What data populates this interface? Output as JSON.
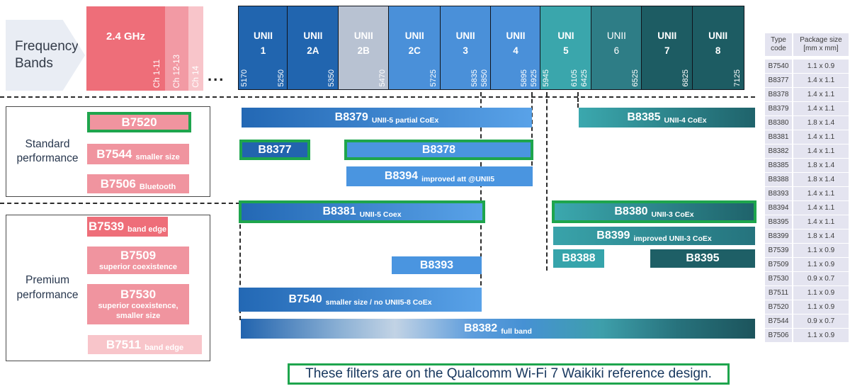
{
  "header": {
    "freq_bands_label": "Frequency Bands",
    "ellipsis": "...",
    "band_24": {
      "label": "2.4 GHz",
      "channels": [
        "Ch 1-11",
        "Ch 12-13",
        "Ch 14"
      ]
    },
    "unii_bands": [
      {
        "name": "UNII",
        "num": "1",
        "fl": "5170",
        "fr2": "5250"
      },
      {
        "name": "UNII",
        "num": "2A",
        "fr2": "5350"
      },
      {
        "name": "UNII",
        "num": "2B",
        "fr2": "5470"
      },
      {
        "name": "UNII",
        "num": "2C",
        "fr2": "5725"
      },
      {
        "name": "UNII",
        "num": "3",
        "fr1": "5835",
        "fr2": "5850"
      },
      {
        "name": "UNII",
        "num": "4",
        "fr1": "5895",
        "fr2": "5925"
      },
      {
        "name": "UNI",
        "num": "5",
        "fl": "5945",
        "fr1": "6105",
        "fr2": "6425"
      },
      {
        "name": "UNII",
        "num": "6",
        "fr2": "6525"
      },
      {
        "name": "UNII",
        "num": "7",
        "fr2": "6825"
      },
      {
        "name": "UNII",
        "num": "8",
        "fr2": "7125"
      }
    ]
  },
  "filters": {
    "b8379": {
      "code": "B8379",
      "desc": "UNII-5 partial CoEx"
    },
    "b8385": {
      "code": "B8385",
      "desc": "UNII-4 CoEx"
    },
    "b8377": {
      "code": "B8377"
    },
    "b8378": {
      "code": "B8378"
    },
    "b8394": {
      "code": "B8394",
      "desc": "improved att @UNII5"
    },
    "b8381": {
      "code": "B8381",
      "desc": "UNII-5 Coex"
    },
    "b8380": {
      "code": "B8380",
      "desc": "UNII-3 CoEx"
    },
    "b8399": {
      "code": "B8399",
      "desc": "improved UNII-3 CoEx"
    },
    "b8388": {
      "code": "B8388"
    },
    "b8395": {
      "code": "B8395"
    },
    "b8393": {
      "code": "B8393"
    },
    "b7540": {
      "code": "B7540",
      "desc": "smaller size / no UNII5-8 CoEx"
    },
    "b8382": {
      "code": "B8382",
      "desc": "full band"
    }
  },
  "panels": [
    {
      "title": "Standard performance",
      "bars": [
        {
          "code": "B7520",
          "desc": ""
        },
        {
          "code": "B7544",
          "desc": "smaller size"
        },
        {
          "code": "B7506",
          "desc": "Bluetooth"
        }
      ]
    },
    {
      "title": "Premium performance",
      "bars": [
        {
          "code": "B7539",
          "desc": "band edge"
        },
        {
          "code": "B7509",
          "desc": "superior coexistence"
        },
        {
          "code": "B7530",
          "desc": "superior coexistence,",
          "desc2": "smaller size"
        },
        {
          "code": "B7511",
          "desc": "band edge"
        }
      ]
    }
  ],
  "table": {
    "col1_header": "Type code",
    "col2_header": "Package size [mm x mm]",
    "rows": [
      {
        "code": "B7540",
        "size": "1.1 x 0.9"
      },
      {
        "code": "B8377",
        "size": "1.4 x 1.1"
      },
      {
        "code": "B8378",
        "size": "1.4 x 1.1"
      },
      {
        "code": "B8379",
        "size": "1.4 x 1.1"
      },
      {
        "code": "B8380",
        "size": "1.8 x 1.4"
      },
      {
        "code": "B8381",
        "size": "1.4 x 1.1"
      },
      {
        "code": "B8382",
        "size": "1.4 x 1.1"
      },
      {
        "code": "B8385",
        "size": "1.8 x 1.4"
      },
      {
        "code": "B8388",
        "size": "1.8 x 1.4"
      },
      {
        "code": "B8393",
        "size": "1.4 x 1.1"
      },
      {
        "code": "B8394",
        "size": "1.4 x 1.1"
      },
      {
        "code": "B8395",
        "size": "1.4 x 1.1"
      },
      {
        "code": "B8399",
        "size": "1.8 x 1.4"
      },
      {
        "code": "B7539",
        "size": "1.1 x 0.9"
      },
      {
        "code": "B7509",
        "size": "1.1 x 0.9"
      },
      {
        "code": "B7530",
        "size": "0.9 x 0.7"
      },
      {
        "code": "B7511",
        "size": "1.1 x 0.9"
      },
      {
        "code": "B7520",
        "size": "1.1 x 0.9"
      },
      {
        "code": "B7544",
        "size": "0.9 x 0.7"
      },
      {
        "code": "B7506",
        "size": "1.1 x 0.9"
      }
    ]
  },
  "caption": "These filters are on the Qualcomm Wi-Fi 7 Waikiki reference design.",
  "colors": {
    "highlight_green": "#1EA54D",
    "blue_dark": "#2264AE",
    "blue": "#4A95E0",
    "teal": "#36A4AB",
    "teal_dark": "#1E5F66",
    "pink": "#F0949F",
    "pink_dark": "#EE6E79",
    "pink_light": "#F8C5CA",
    "navy_text": "#17375E"
  }
}
